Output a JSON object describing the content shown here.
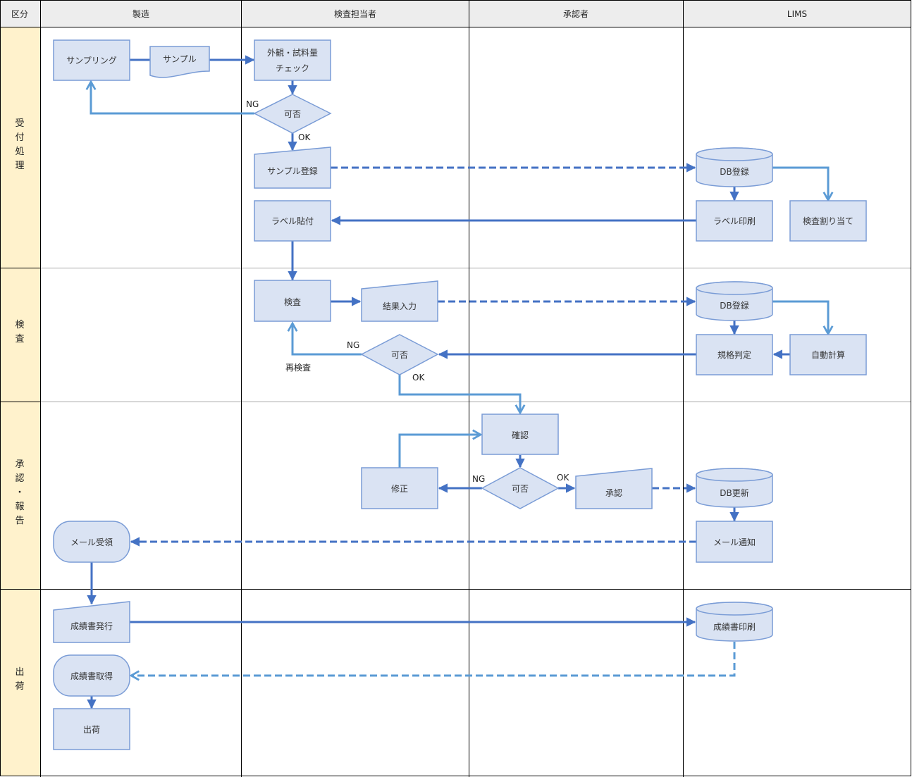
{
  "title": "LIMS 検査業務フロー",
  "header": {
    "category": "区分",
    "columns": [
      "製造",
      "検査担当者",
      "承認者",
      "LIMS"
    ]
  },
  "rows": [
    {
      "label": "受\n付\n処\n理"
    },
    {
      "label": "検\n査"
    },
    {
      "label": "承\n認\n・\n報\n告"
    },
    {
      "label": "出\n荷"
    }
  ],
  "colors": {
    "header_bg": "#EDEDED",
    "row_label_bg": "#FFF2CC",
    "node_fill": "#DAE3F3",
    "node_stroke": "#7A9CD6",
    "arrow_dark": "#4472C4",
    "arrow_light": "#5B9BD5",
    "grid_dark": "#000000",
    "grid_light": "#A6A6A6"
  },
  "nodes": {
    "sampling": {
      "label": "サンプリング",
      "shape": "process"
    },
    "sample": {
      "label": "サンプル",
      "shape": "document"
    },
    "appearance_check": {
      "label": "外観・試料量\nチェック",
      "shape": "process"
    },
    "decision1": {
      "label": "可否",
      "shape": "decision"
    },
    "sample_register": {
      "label": "サンプル登録",
      "shape": "manual-input"
    },
    "db_register1": {
      "label": "DB登録",
      "shape": "database"
    },
    "label_print": {
      "label": "ラベル印刷",
      "shape": "process"
    },
    "inspection_assign": {
      "label": "検査割り当て",
      "shape": "process"
    },
    "label_attach": {
      "label": "ラベル貼付",
      "shape": "process"
    },
    "inspection": {
      "label": "検査",
      "shape": "process"
    },
    "result_input": {
      "label": "結果入力",
      "shape": "manual-input"
    },
    "db_register2": {
      "label": "DB登録",
      "shape": "database"
    },
    "auto_calc": {
      "label": "自動計算",
      "shape": "process"
    },
    "spec_judge": {
      "label": "規格判定",
      "shape": "process"
    },
    "decision2": {
      "label": "可否",
      "shape": "decision"
    },
    "confirm": {
      "label": "確認",
      "shape": "process"
    },
    "decision3": {
      "label": "可否",
      "shape": "decision"
    },
    "fix": {
      "label": "修正",
      "shape": "process"
    },
    "approve": {
      "label": "承認",
      "shape": "manual-input"
    },
    "db_update": {
      "label": "DB更新",
      "shape": "database"
    },
    "mail_notify": {
      "label": "メール通知",
      "shape": "process"
    },
    "mail_receive": {
      "label": "メール受領",
      "shape": "terminator"
    },
    "cert_issue": {
      "label": "成績書発行",
      "shape": "manual-input"
    },
    "cert_print": {
      "label": "成績書印刷",
      "shape": "database"
    },
    "cert_get": {
      "label": "成績書取得",
      "shape": "terminator"
    },
    "shipping": {
      "label": "出荷",
      "shape": "process"
    }
  },
  "edge_labels": {
    "d1_ng": "NG",
    "d1_ok": "OK",
    "d2_ng": "NG",
    "d2_ok": "OK",
    "d2_reinspect": "再検査",
    "d3_ng": "NG",
    "d3_ok": "OK"
  }
}
